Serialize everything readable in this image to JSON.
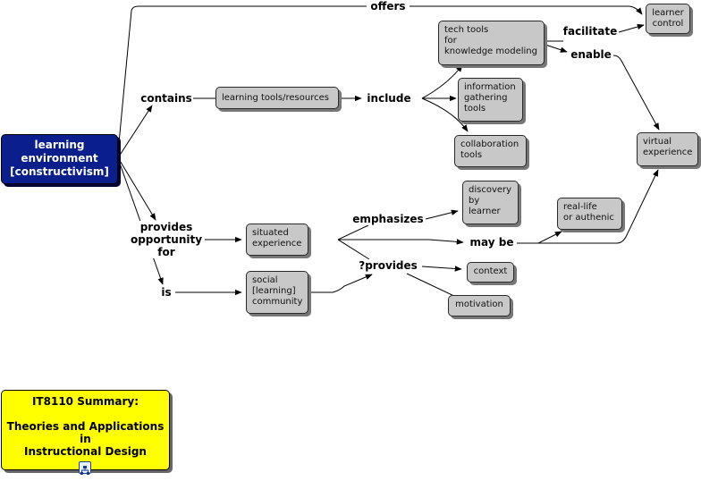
{
  "root": {
    "text": "learning\nenvironment\n[constructivism]"
  },
  "concepts": {
    "learner_control": "learner\ncontrol",
    "learning_tools": "learning tools/resources",
    "tech_tools": "tech tools\nfor\nknowledge modeling",
    "information_gathering": "information\ngathering\ntools",
    "collaboration_tools": "collaboration\ntools",
    "virtual_experience": "virtual\nexperience",
    "discovery_by_learner": "discovery\nby\nlearner",
    "real_life": "real-life\nor authenic",
    "situated_experience": "situated\nexperience",
    "context": "context",
    "social_community": "social\n[learning]\ncommunity",
    "motivation": "motivation"
  },
  "linking_phrases": {
    "offers": "offers",
    "facilitate": "facilitate",
    "enable": "enable",
    "contains": "contains",
    "include": "include",
    "provides_opportunity_for": "provides\nopportunity\nfor",
    "emphasizes": "emphasizes",
    "may_be": "may be",
    "is": "is",
    "provides_q": "?provides"
  },
  "summary": {
    "text": "IT8110 Summary:\n\nTheories and Applications\nin\nInstructional Design"
  },
  "icons": {
    "map_icon": "concept-map-icon"
  },
  "colors": {
    "root_fill": "#0a1e8c",
    "concept_fill": "#c8c8c8",
    "summary_fill": "#ffff00"
  }
}
